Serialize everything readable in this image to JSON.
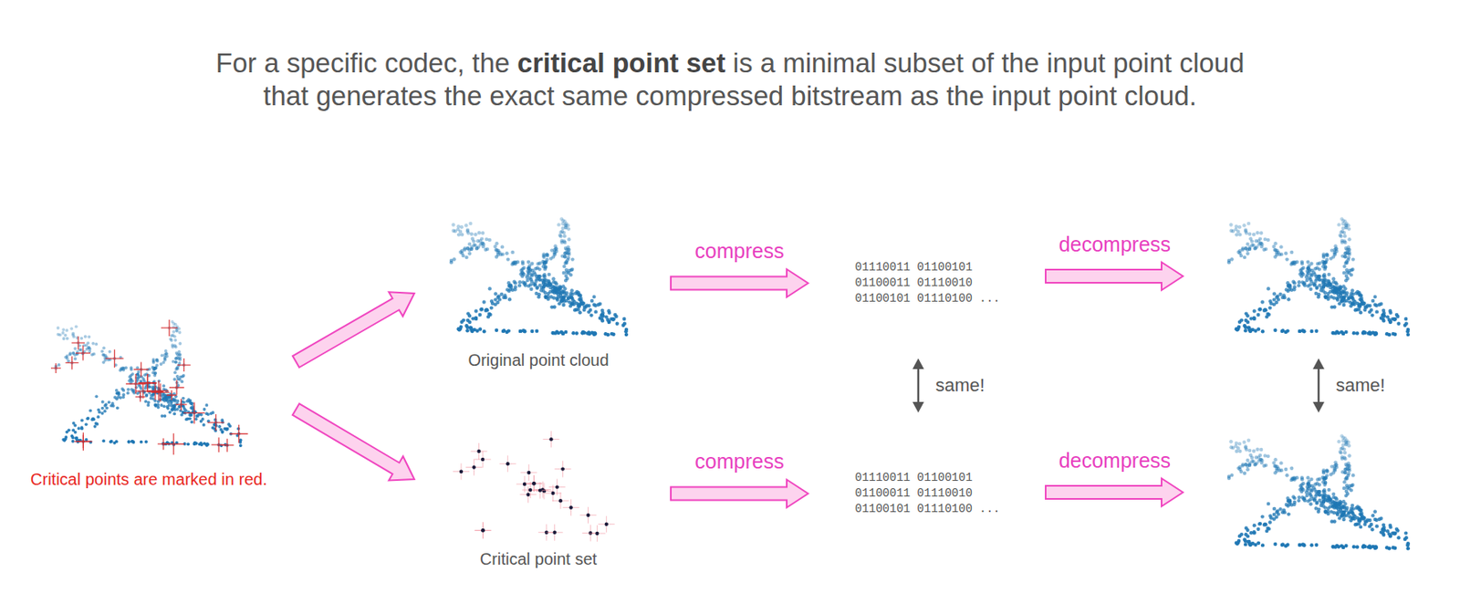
{
  "diagram": {
    "title": "For a specific codec, the critical point set is a minimal subset of the input point cloud that generates the exact same compressed bitstream as the input point cloud.",
    "nodes": [
      {
        "text": [
          "Critical points are marked in red."
        ]
      },
      {
        "text": [
          "Original point cloud"
        ]
      },
      {
        "text": [
          "Critical point set"
        ]
      },
      {
        "text": [
          "01110011 01100101 01100011 01110010 01100101 01110100 ..."
        ]
      },
      {
        "text": [
          "01110011 01100101 01100011 01110010 01100101 01110100 ..."
        ]
      }
    ],
    "edges": [
      {
        "from": 0,
        "to": 1,
        "arrow": "to"
      },
      {
        "from": 0,
        "to": 2,
        "arrow": "to"
      },
      {
        "from": 1,
        "to": 3,
        "label": "compress",
        "arrow": "to"
      },
      {
        "from": 2,
        "to": 4,
        "label": "compress",
        "arrow": "to"
      },
      {
        "from": 3,
        "to": 4,
        "label": "same!",
        "arrow": "both"
      }
    ],
    "labels": [
      "decompress",
      "decompress",
      "same!"
    ]
  }
}
